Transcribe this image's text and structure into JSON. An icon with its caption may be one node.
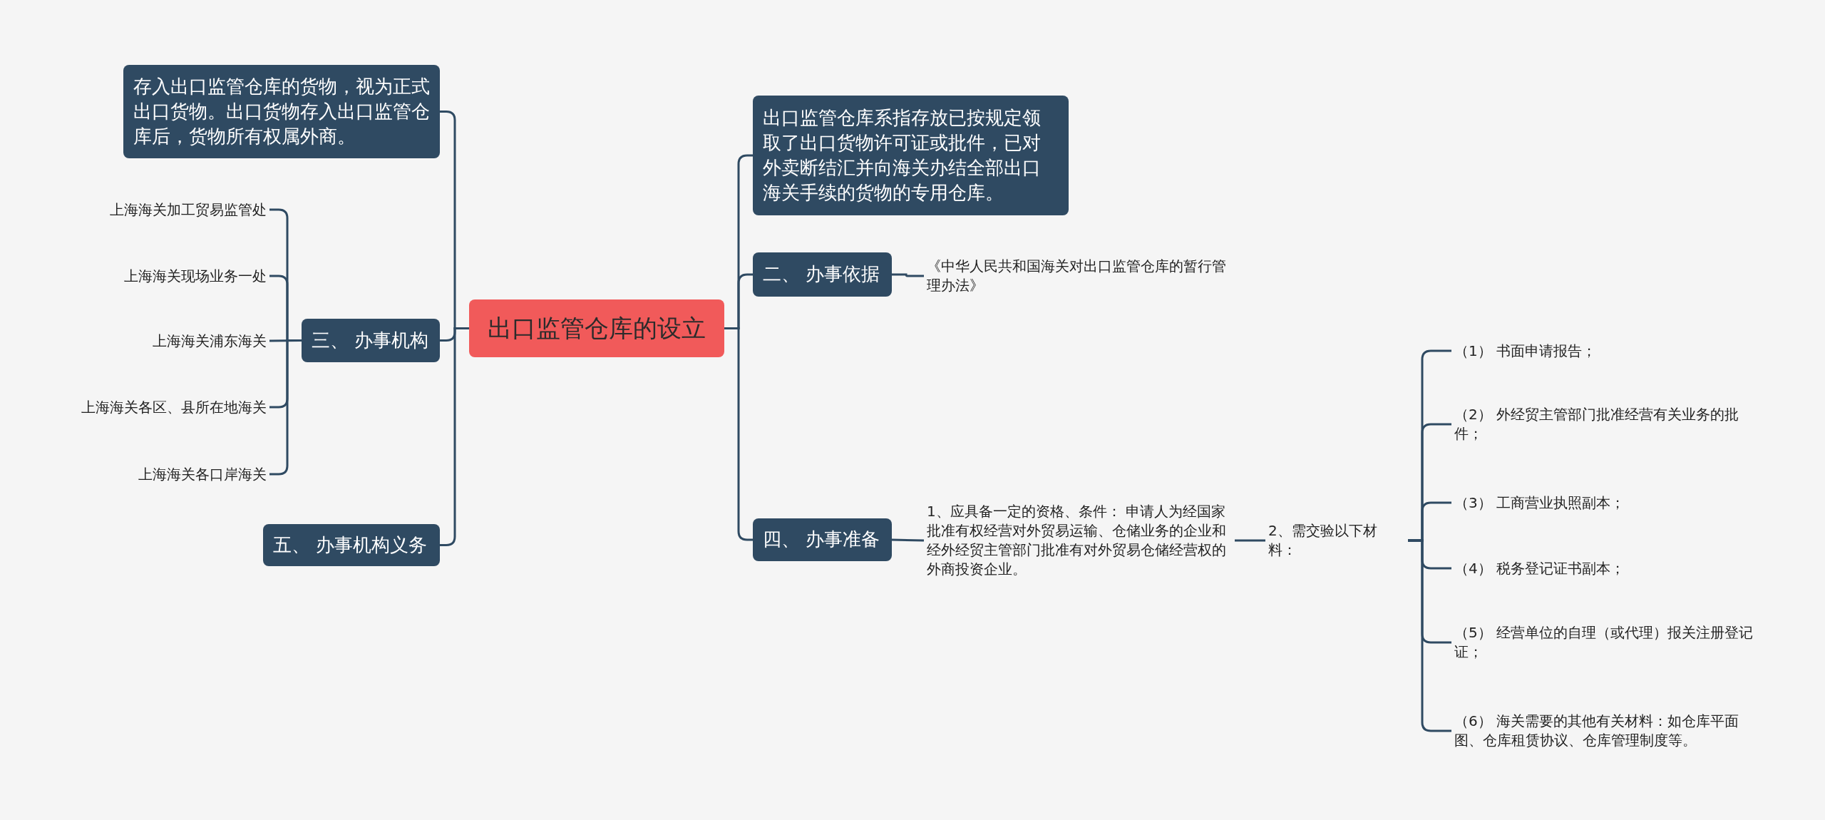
{
  "diagram": {
    "nodes": [
      {
        "text": [
          "出口监管仓库的设立"
        ]
      },
      {
        "text": [
          "存入出口监管仓库的货物，视为正式出口货物。出口货物存入出口监管仓库后，货物所有权属外商。"
        ]
      },
      {
        "text": [
          "三、 办事机构"
        ]
      },
      {
        "text": [
          "上海海关加工贸易监管处"
        ]
      },
      {
        "text": [
          "上海海关现场业务一处"
        ]
      },
      {
        "text": [
          "上海海关浦东海关"
        ]
      },
      {
        "text": [
          "上海海关各区、县所在地海关"
        ]
      },
      {
        "text": [
          "上海海关各口岸海关"
        ]
      },
      {
        "text": [
          "五、 办事机构义务"
        ]
      },
      {
        "text": [
          "出口监管仓库系指存放已按规定领取了出口货物许可证或批件，已对外卖断结汇并向海关办结全部出口海关手续的货物的专用仓库。"
        ]
      },
      {
        "text": [
          "二、 办事依据"
        ]
      },
      {
        "text": [
          "《中华人民共和国海关对出口监管仓库的暂行管理办法》"
        ]
      },
      {
        "text": [
          "四、 办事准备"
        ]
      },
      {
        "text": [
          "1、应具备一定的资格、条件： 申请人为经国家批准有权经营对外贸易运输、仓储业务的企业和经外经贸主管部门批准有对外贸易仓储经营权的外商投资企业。"
        ]
      },
      {
        "text": [
          "2、需交验以下材料："
        ]
      },
      {
        "text": [
          "（1） 书面申请报告；"
        ]
      },
      {
        "text": [
          "（2） 外经贸主管部门批准经营有关业务的批件；"
        ]
      },
      {
        "text": [
          "（3） 工商营业执照副本；"
        ]
      },
      {
        "text": [
          "（4） 税务登记证书副本；"
        ]
      },
      {
        "text": [
          "（5） 经营单位的自理（或代理）报关注册登记证；"
        ]
      },
      {
        "text": [
          "（6） 海关需要的其他有关材料：如仓库平面图、仓库租赁协议、仓库管理制度等。"
        ]
      }
    ],
    "edges": [
      {
        "from": 0,
        "to": 1,
        "arrow": "none"
      },
      {
        "from": 0,
        "to": 2,
        "arrow": "none"
      },
      {
        "from": 2,
        "to": 3,
        "arrow": "none"
      },
      {
        "from": 2,
        "to": 4,
        "arrow": "none"
      },
      {
        "from": 2,
        "to": 5,
        "arrow": "none"
      },
      {
        "from": 2,
        "to": 6,
        "arrow": "none"
      },
      {
        "from": 2,
        "to": 7,
        "arrow": "none"
      },
      {
        "from": 0,
        "to": 8,
        "arrow": "none"
      },
      {
        "from": 0,
        "to": 9,
        "arrow": "none"
      },
      {
        "from": 0,
        "to": 10,
        "arrow": "none"
      },
      {
        "from": 10,
        "to": 11,
        "arrow": "none"
      },
      {
        "from": 0,
        "to": 12,
        "arrow": "none"
      },
      {
        "from": 12,
        "to": 13,
        "arrow": "none"
      },
      {
        "from": 13,
        "to": 14,
        "arrow": "none"
      },
      {
        "from": 14,
        "to": 15,
        "arrow": "none"
      },
      {
        "from": 14,
        "to": 16,
        "arrow": "none"
      },
      {
        "from": 14,
        "to": 17,
        "arrow": "none"
      },
      {
        "from": 14,
        "to": 18,
        "arrow": "none"
      },
      {
        "from": 14,
        "to": 19,
        "arrow": "none"
      },
      {
        "from": 14,
        "to": 20,
        "arrow": "none"
      }
    ]
  }
}
